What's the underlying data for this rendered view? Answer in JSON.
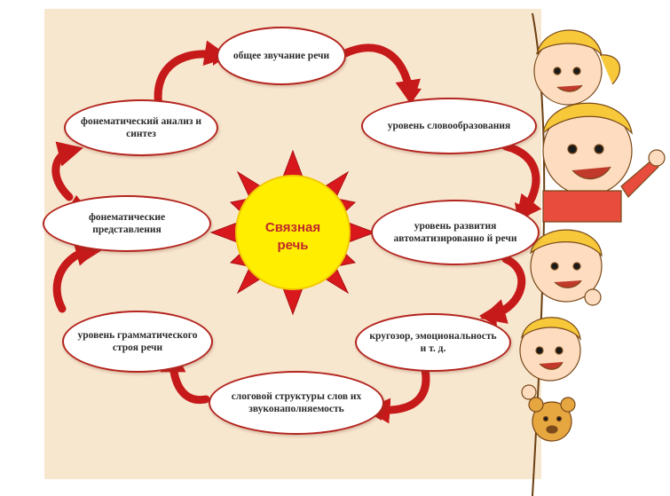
{
  "center": {
    "label": "Связная\nречь"
  },
  "nodes": [
    {
      "id": "top",
      "text": "общее звучание речи"
    },
    {
      "id": "right-upper",
      "text": "уровень словообразования"
    },
    {
      "id": "right-middle",
      "text": "уровень развития автоматизированно й речи"
    },
    {
      "id": "right-lower",
      "text": "кругозор, эмоциональность и т. д."
    },
    {
      "id": "bottom",
      "text": "слоговой структуры слов их звуконаполняемость"
    },
    {
      "id": "left-lower",
      "text": "уровень грамматического строя речи"
    },
    {
      "id": "left-middle",
      "text": "фонематические представления"
    },
    {
      "id": "left-upper",
      "text": "фонематический анализ и синтез"
    }
  ],
  "colors": {
    "panel": "#f8e7cf",
    "node_border": "#b4251f",
    "arrow": "#c61a1a",
    "sun_core": "#ffee00",
    "sun_rays": "#d9181e",
    "center_text": "#c0282a"
  },
  "decoration": "cartoon children peeking from behind right edge"
}
